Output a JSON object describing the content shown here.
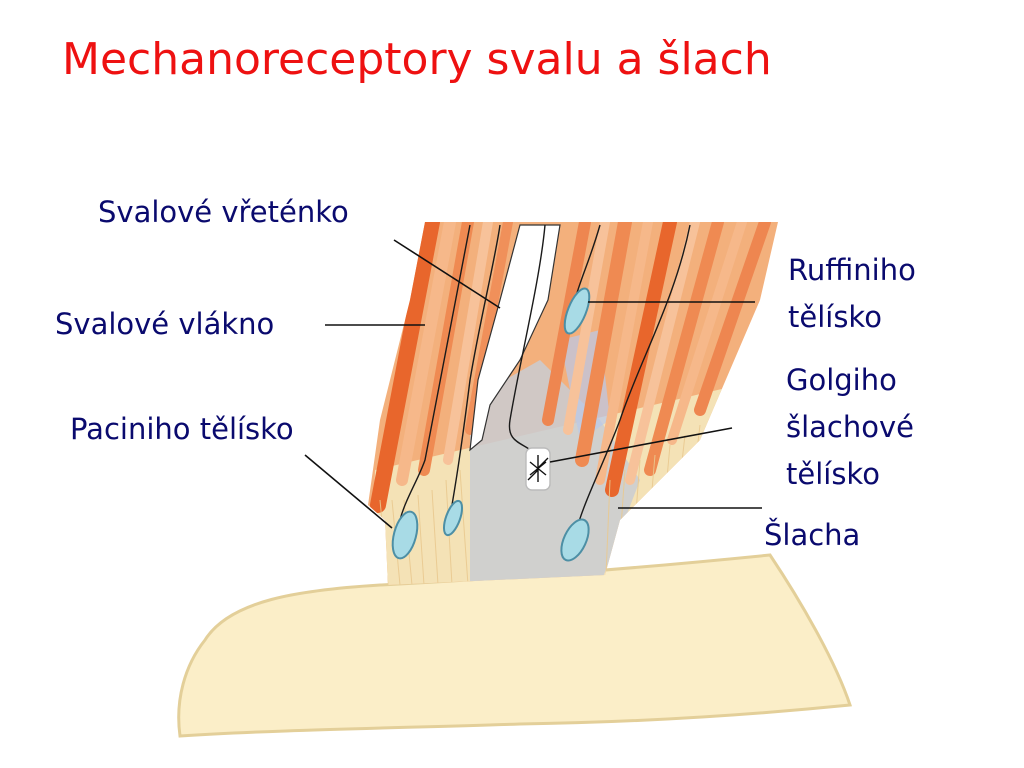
{
  "title": "Mechanoreceptory svalu a šlach",
  "labels": {
    "muscle_spindle": "Svalové vřeténko",
    "muscle_fiber": "Svalové vlákno",
    "pacini": "Paciniho tělísko",
    "ruffini_1": "Ruffiniho",
    "ruffini_2": "tělísko",
    "golgi_1": "Golgiho",
    "golgi_2": "šlachové",
    "golgi_3": "tělísko",
    "tendon": "Šlacha"
  },
  "colors": {
    "title": "#ee1111",
    "labels": "#0a0a6e",
    "muscle": "#f0a070",
    "muscle_dark": "#e06a30",
    "tendon": "#f3e4b8",
    "bone": "#fbeec8",
    "receptor": "#a8dbe6",
    "grey": "#c9cdd2"
  }
}
